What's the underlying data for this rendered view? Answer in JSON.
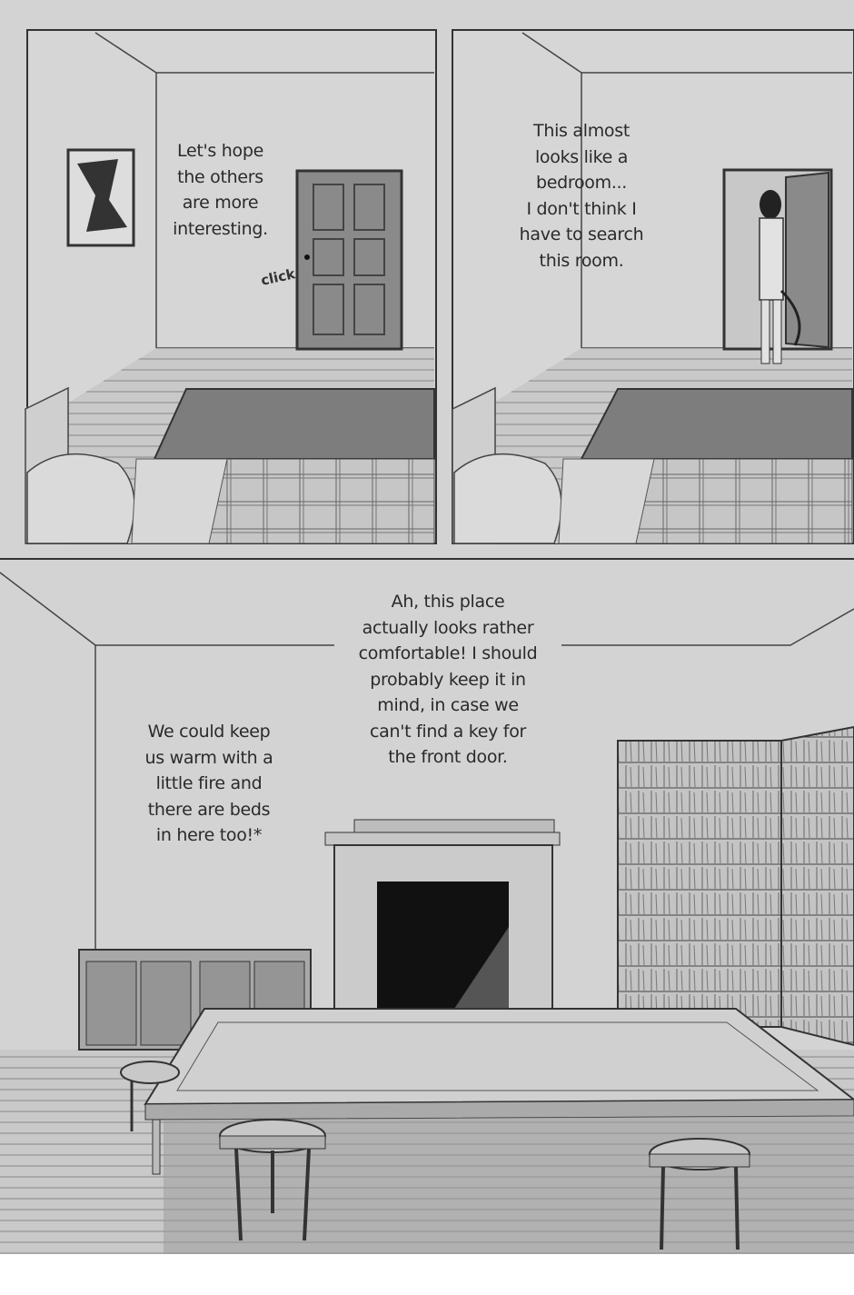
{
  "panels": [
    {
      "id": "panel-1",
      "speech": "Let's hope\nthe others\nare more\ninteresting.",
      "sfx": "click"
    },
    {
      "id": "panel-2",
      "speech": "This almost\nlooks like a\nbedroom...\nI don't think I\nhave to search\nthis room."
    },
    {
      "id": "panel-3",
      "speech_left": "We could  keep\nus warm with a\nlittle fire and\nthere are beds\nin here too!*",
      "speech_right": "Ah, this place\nactually looks rather\ncomfortable! I should\nprobably keep it in\nmind, in case we\ncan't find a key for\nthe front door."
    }
  ],
  "colors": {
    "paper": "#d3d3d3",
    "ink": "#2a2a2a"
  }
}
